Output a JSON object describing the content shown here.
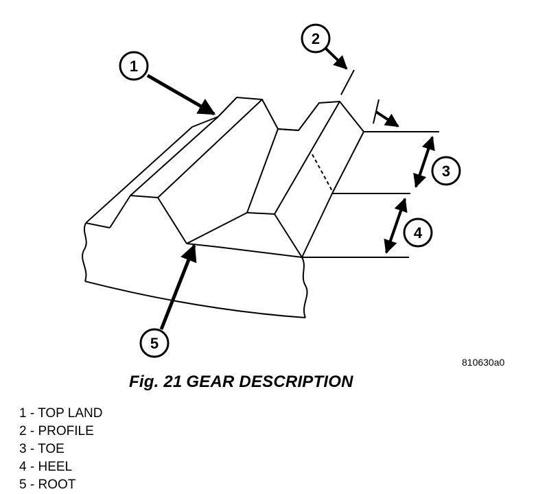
{
  "diagram": {
    "callouts": [
      {
        "number": "1",
        "part": "TOP LAND"
      },
      {
        "number": "2",
        "part": "PROFILE"
      },
      {
        "number": "3",
        "part": "TOE"
      },
      {
        "number": "4",
        "part": "HEEL"
      },
      {
        "number": "5",
        "part": "ROOT"
      }
    ],
    "reference_code": "810630a0",
    "stroke_color": "#000000"
  },
  "caption": {
    "fig": "Fig. 21",
    "title": "GEAR DESCRIPTION"
  },
  "legend": [
    {
      "number": "1",
      "label": "TOP LAND"
    },
    {
      "number": "2",
      "label": "PROFILE"
    },
    {
      "number": "3",
      "label": "TOE"
    },
    {
      "number": "4",
      "label": "HEEL"
    },
    {
      "number": "5",
      "label": "ROOT"
    }
  ]
}
